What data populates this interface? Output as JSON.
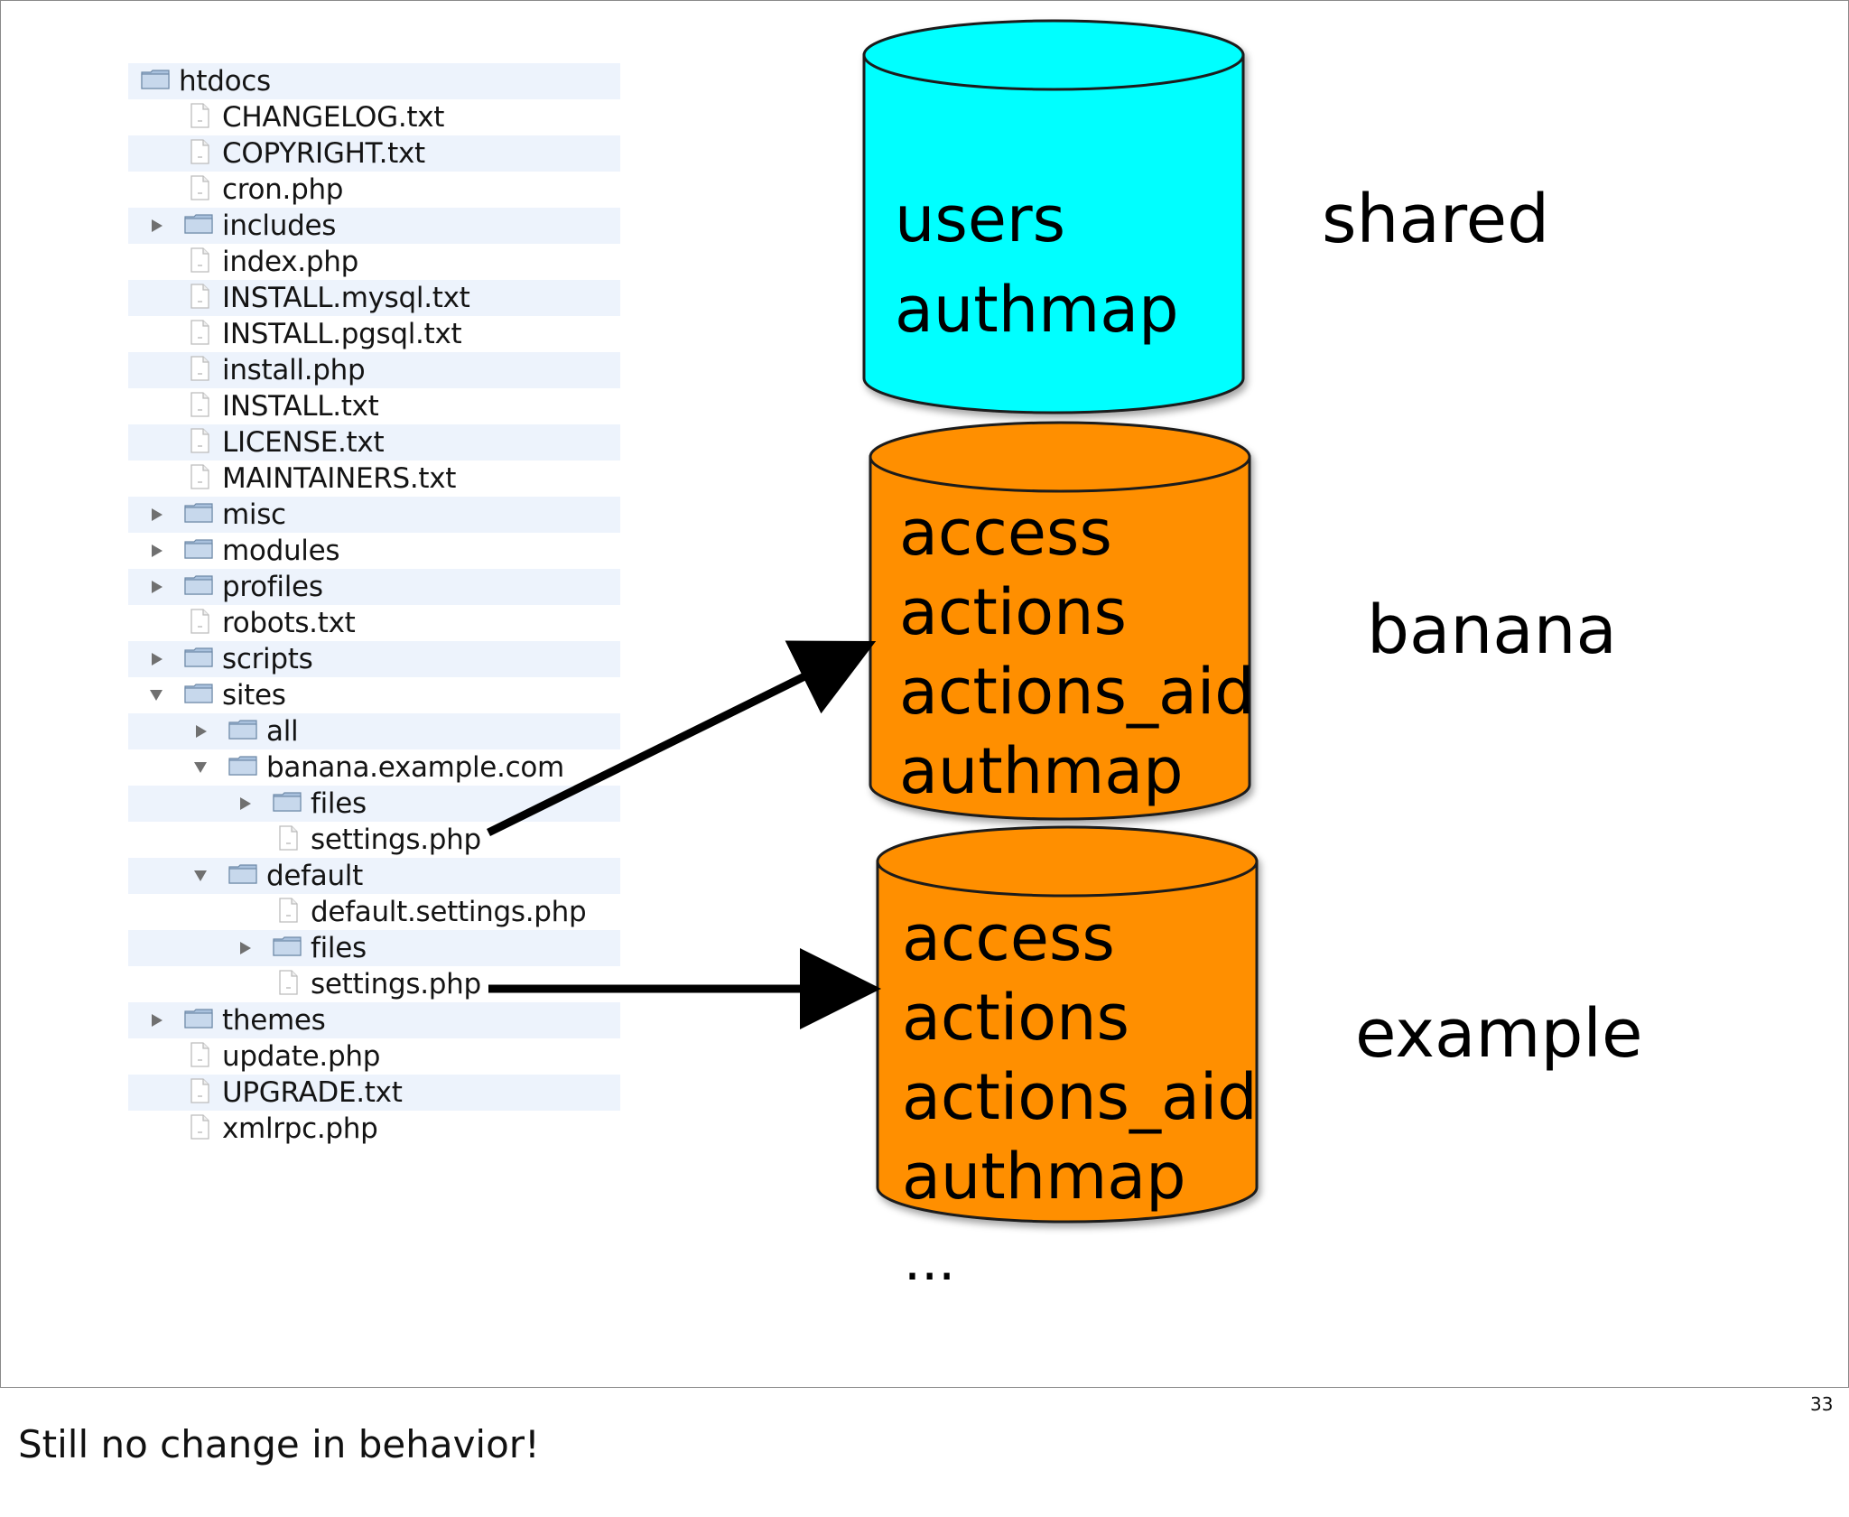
{
  "tree": {
    "items": [
      {
        "label": "htdocs",
        "kind": "folder",
        "depth": 0,
        "toggle": "none"
      },
      {
        "label": "CHANGELOG.txt",
        "kind": "file",
        "depth": 1,
        "toggle": "none"
      },
      {
        "label": "COPYRIGHT.txt",
        "kind": "file",
        "depth": 1,
        "toggle": "none"
      },
      {
        "label": "cron.php",
        "kind": "file",
        "depth": 1,
        "toggle": "none"
      },
      {
        "label": "includes",
        "kind": "folder",
        "depth": 1,
        "toggle": "collapsed"
      },
      {
        "label": "index.php",
        "kind": "file",
        "depth": 1,
        "toggle": "none"
      },
      {
        "label": "INSTALL.mysql.txt",
        "kind": "file",
        "depth": 1,
        "toggle": "none"
      },
      {
        "label": "INSTALL.pgsql.txt",
        "kind": "file",
        "depth": 1,
        "toggle": "none"
      },
      {
        "label": "install.php",
        "kind": "file",
        "depth": 1,
        "toggle": "none"
      },
      {
        "label": "INSTALL.txt",
        "kind": "file",
        "depth": 1,
        "toggle": "none"
      },
      {
        "label": "LICENSE.txt",
        "kind": "file",
        "depth": 1,
        "toggle": "none"
      },
      {
        "label": "MAINTAINERS.txt",
        "kind": "file",
        "depth": 1,
        "toggle": "none"
      },
      {
        "label": "misc",
        "kind": "folder",
        "depth": 1,
        "toggle": "collapsed"
      },
      {
        "label": "modules",
        "kind": "folder",
        "depth": 1,
        "toggle": "collapsed"
      },
      {
        "label": "profiles",
        "kind": "folder",
        "depth": 1,
        "toggle": "collapsed"
      },
      {
        "label": "robots.txt",
        "kind": "file",
        "depth": 1,
        "toggle": "none"
      },
      {
        "label": "scripts",
        "kind": "folder",
        "depth": 1,
        "toggle": "collapsed"
      },
      {
        "label": "sites",
        "kind": "folder",
        "depth": 1,
        "toggle": "expanded"
      },
      {
        "label": "all",
        "kind": "folder",
        "depth": 2,
        "toggle": "collapsed"
      },
      {
        "label": "banana.example.com",
        "kind": "folder",
        "depth": 2,
        "toggle": "expanded"
      },
      {
        "label": "files",
        "kind": "folder",
        "depth": 3,
        "toggle": "collapsed"
      },
      {
        "label": "settings.php",
        "kind": "file",
        "depth": 3,
        "toggle": "none"
      },
      {
        "label": "default",
        "kind": "folder",
        "depth": 2,
        "toggle": "expanded"
      },
      {
        "label": "default.settings.php",
        "kind": "file",
        "depth": 3,
        "toggle": "none"
      },
      {
        "label": "files",
        "kind": "folder",
        "depth": 3,
        "toggle": "collapsed"
      },
      {
        "label": "settings.php",
        "kind": "file",
        "depth": 3,
        "toggle": "none"
      },
      {
        "label": "themes",
        "kind": "folder",
        "depth": 1,
        "toggle": "collapsed"
      },
      {
        "label": "update.php",
        "kind": "file",
        "depth": 1,
        "toggle": "none"
      },
      {
        "label": "UPGRADE.txt",
        "kind": "file",
        "depth": 1,
        "toggle": "none"
      },
      {
        "label": "xmlrpc.php",
        "kind": "file",
        "depth": 1,
        "toggle": "none"
      }
    ]
  },
  "databases": {
    "shared": {
      "label": "shared",
      "tables": [
        "users",
        "authmap"
      ],
      "color": "#00ffff"
    },
    "banana": {
      "label": "banana",
      "tables": [
        "access",
        "actions",
        "actions_aid",
        "authmap"
      ],
      "color": "#ff8f00"
    },
    "example": {
      "label": "example",
      "tables": [
        "access",
        "actions",
        "actions_aid",
        "authmap"
      ],
      "color": "#ff8f00"
    }
  },
  "ellipsis": "...",
  "page_number": "33",
  "note": "Still no change in behavior!",
  "colors": {
    "stripe": "#edf3fc",
    "arrow": "#000000",
    "outline": "#1a1a1a"
  }
}
